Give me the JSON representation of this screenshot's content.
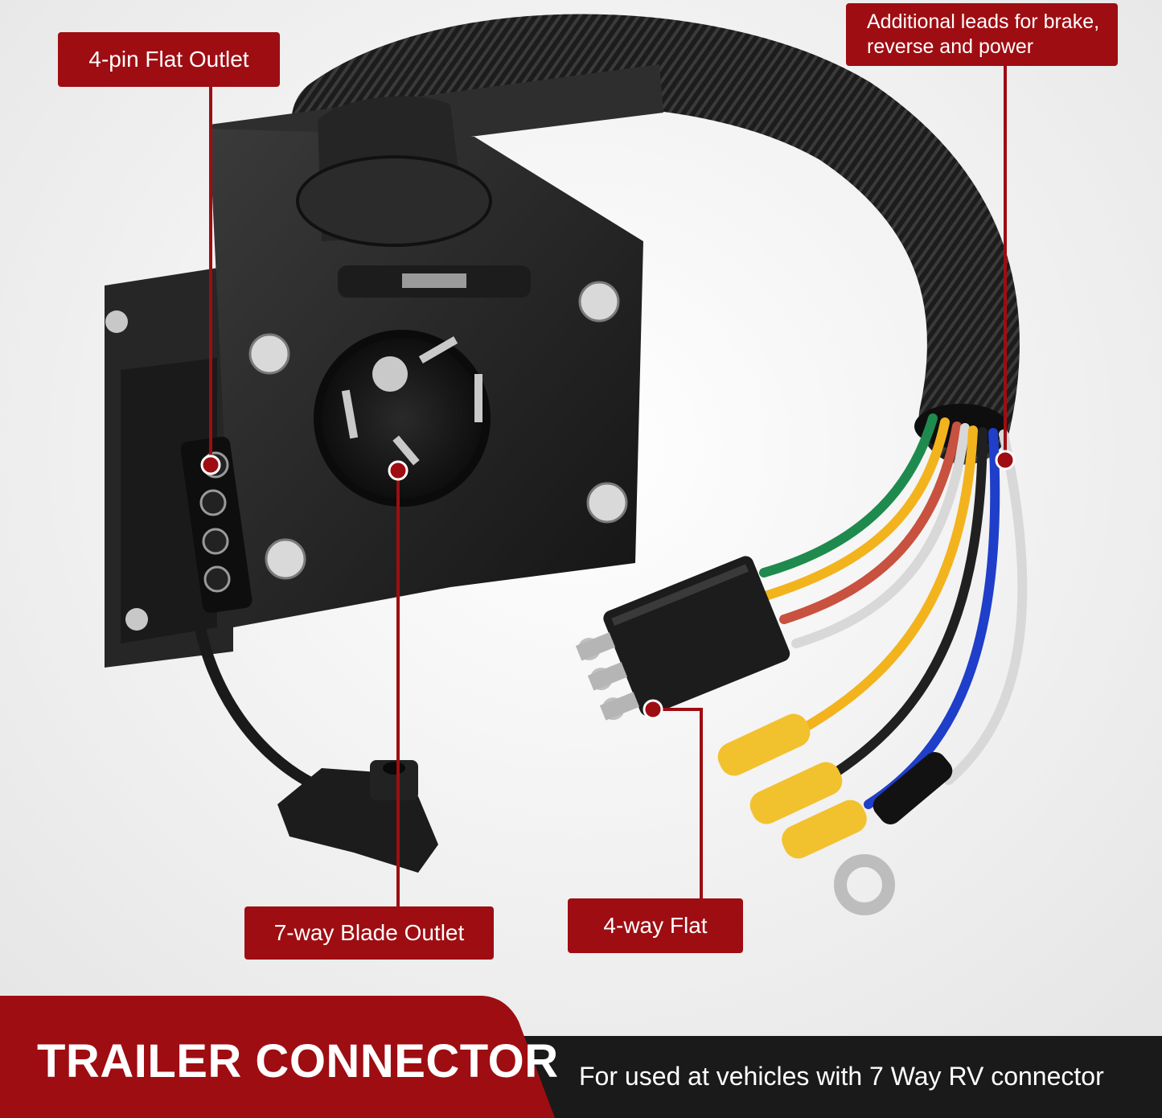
{
  "callouts": {
    "four_pin_outlet": "4-pin Flat Outlet",
    "additional_leads": {
      "line1": "Additional leads for brake,",
      "line2": "reverse and power"
    },
    "seven_way_outlet": "7-way Blade Outlet",
    "four_way_flat": "4-way Flat"
  },
  "footer": {
    "title": "TRAILER CONNECTOR",
    "tagline": "For used at vehicles with 7 Way RV connector"
  },
  "colors": {
    "accent_red": "#9e0d12",
    "footer_black": "#1a1a1a",
    "background": "#f3f3f3",
    "wire_green": "#1e8a4e",
    "wire_yellow": "#f2b31d",
    "wire_red": "#c8513f",
    "wire_white": "#d8d8d8",
    "wire_black": "#202020",
    "wire_blue": "#1f3ec9"
  },
  "icons": {
    "product": "trailer-connector-illustration",
    "pointer": "red-dot-marker"
  }
}
